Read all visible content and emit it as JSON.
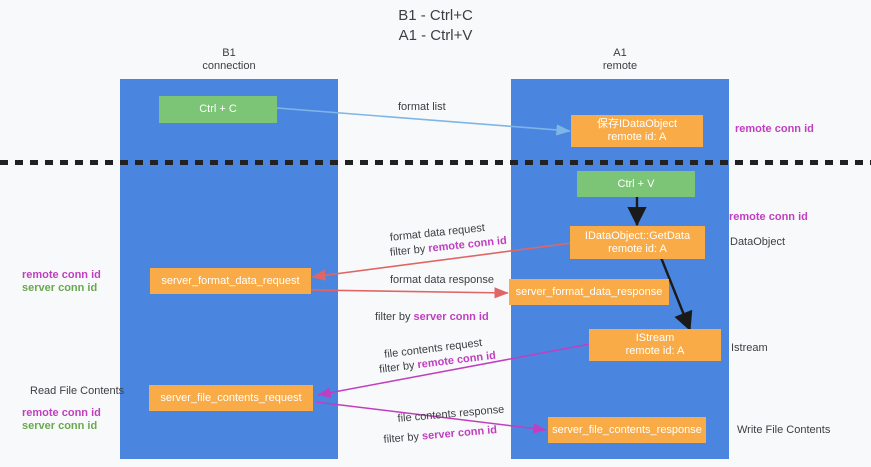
{
  "title": "B1 - Ctrl+C\nA1 - Ctrl+V",
  "columns": [
    {
      "name": "b1-column-header",
      "label": "B1\nconnection"
    },
    {
      "name": "a1-column-header",
      "label": "A1\nremote"
    }
  ],
  "nodes": {
    "ctrl_c": "Ctrl + C",
    "ctrl_v": "Ctrl + V",
    "data_object_remote": "保存IDataObject\nremote id: A",
    "get_data": "IDataObject::GetData\nremote id: A",
    "istream": "IStream\nremote id: A",
    "server_format_data_request": "server_format_data_request",
    "server_format_data_response": "server_format_data_response",
    "server_file_contents_request": "server_file_contents_request",
    "server_file_contents_response": "server_file_contents_response"
  },
  "edge_labels": {
    "format_list": "format list",
    "format_data_request": "format data request",
    "format_data_request_filter_prefix": "filter by ",
    "format_data_request_filter_key": "remote conn id",
    "format_data_response": "format data response",
    "format_data_response_filter_prefix": "filter by ",
    "format_data_response_filter_key": "server conn id",
    "file_contents_request": "file contents request",
    "file_contents_request_filter_prefix": "filter by ",
    "file_contents_request_filter_key": "remote conn id",
    "file_contents_response": "file contents response",
    "file_contents_response_filter_prefix": "filter by ",
    "file_contents_response_filter_key": "server conn id"
  },
  "annotations": {
    "right_remote_conn_id_top": "remote conn id",
    "right_remote_conn_id_mid": "remote conn id",
    "right_data_object": "DataObject",
    "right_istream": "Istream",
    "right_write_file_contents": "Write File Contents",
    "left_remote_conn_id_mid": "remote conn id",
    "left_server_conn_id_mid": "server conn id",
    "left_read_file_contents": "Read File Contents",
    "left_remote_conn_id_bottom": "remote conn id",
    "left_server_conn_id_bottom": "server conn id"
  },
  "colors": {
    "lane": "#4a86e0",
    "node_orange": "#f9ab48",
    "node_green": "#7cc576",
    "accent_magenta": "#c03fc0",
    "accent_green": "#6aa84f",
    "arrow_blue": "#7eb6e8",
    "arrow_red": "#e06666",
    "arrow_black": "#1a1a1a",
    "background": "#f8f9fa"
  }
}
